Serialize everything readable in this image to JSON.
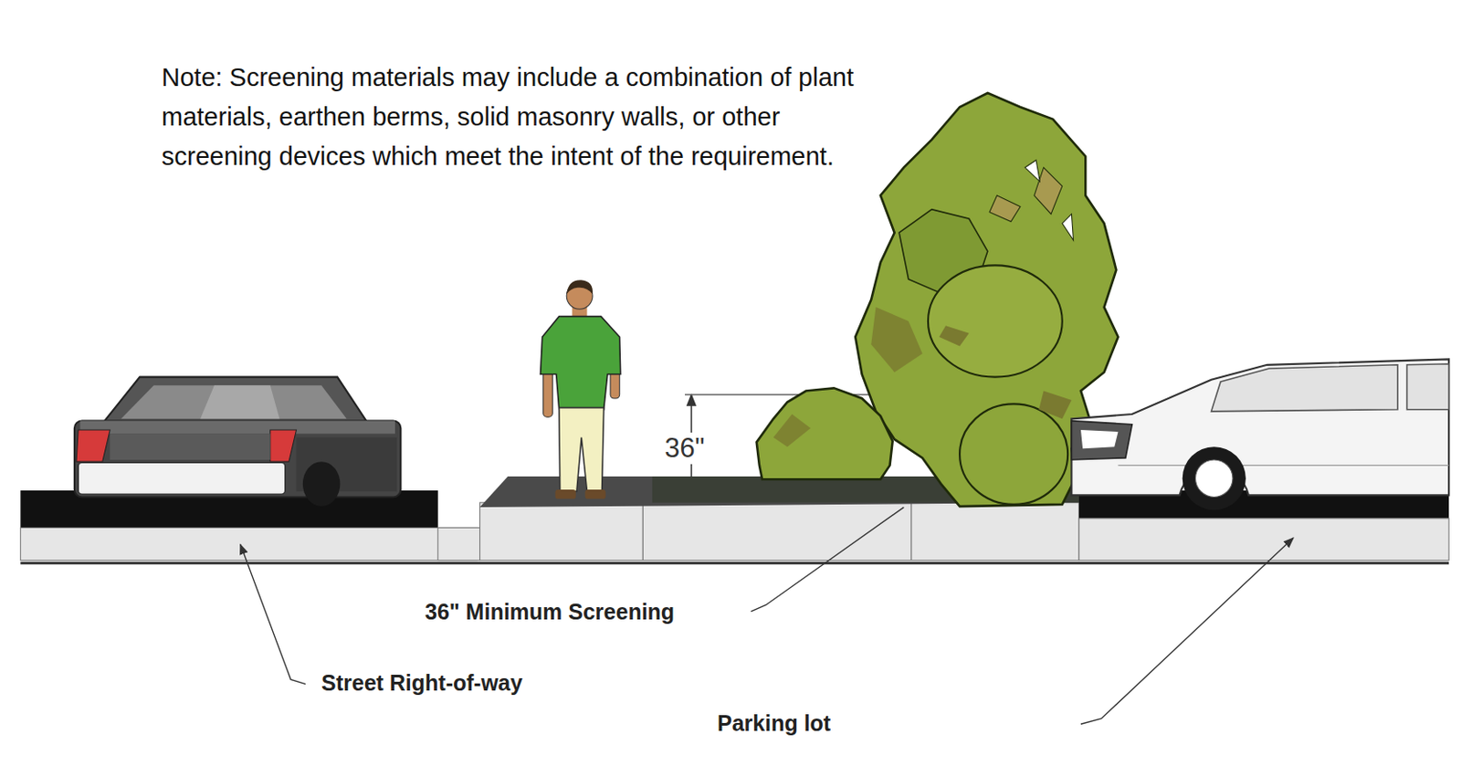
{
  "diagram": {
    "labels": [
      "Note: Screening materials may include a combination of plant materials, earthen berms, solid masonry walls, or other screening devices which meet the intent of the requirement.",
      "36\"",
      "36\" Minimum Screening",
      "Street Right-of-way",
      "Parking lot"
    ]
  }
}
